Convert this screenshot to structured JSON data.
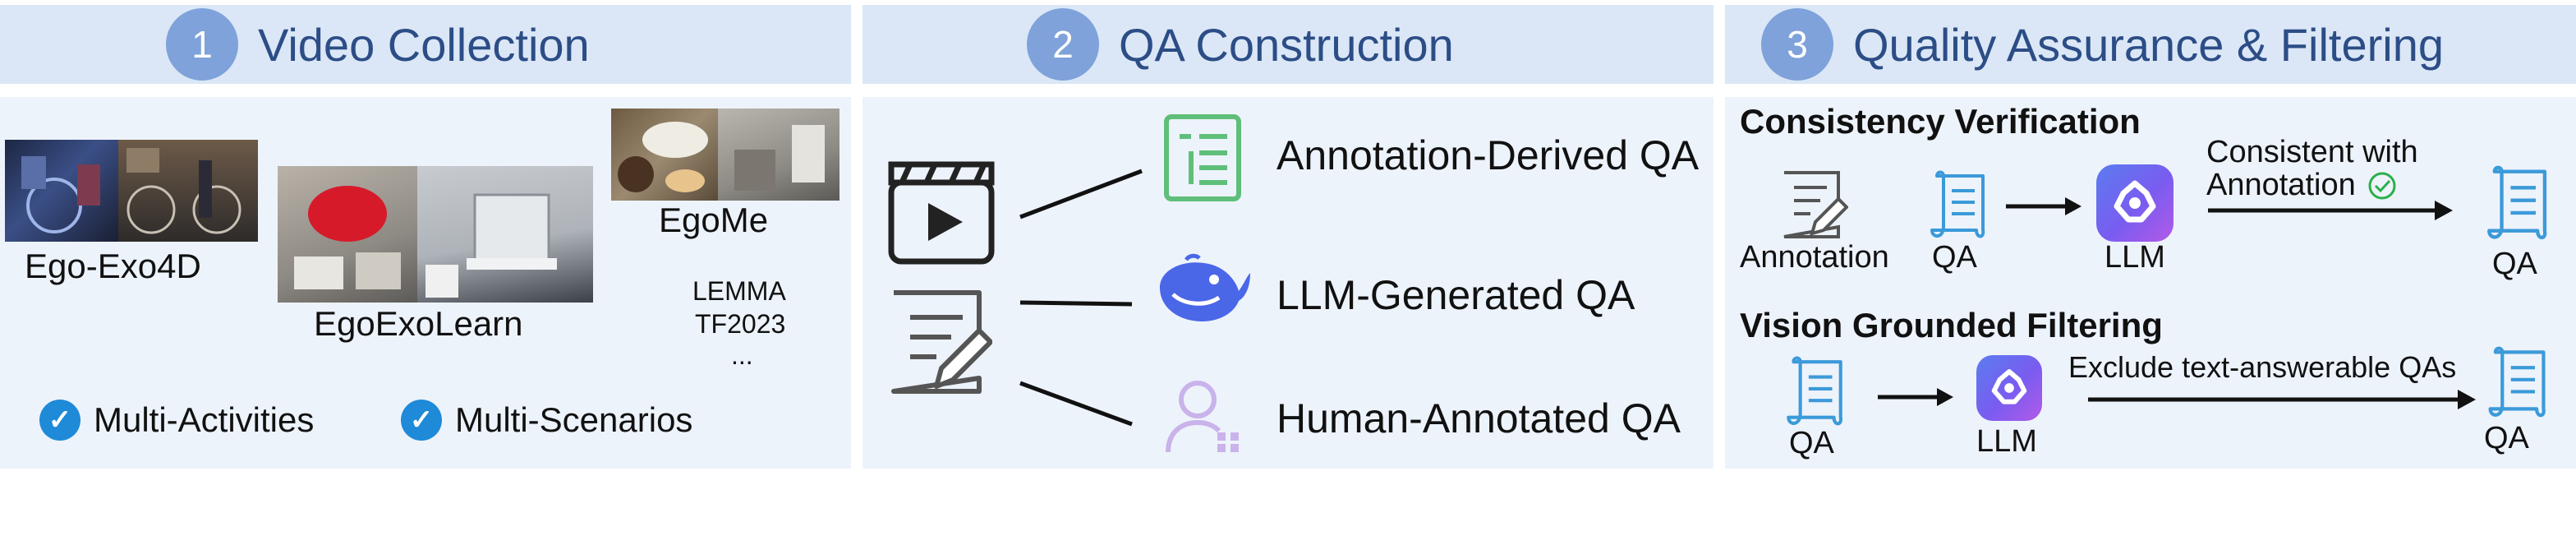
{
  "step1": {
    "number": "1",
    "title": "Video Collection",
    "sources": {
      "ego_exo4d": "Ego-Exo4D",
      "egoexolearn": "EgoExoLearn",
      "egome": "EgoMe",
      "others": [
        "LEMMA",
        "TF2023",
        "..."
      ]
    },
    "features": [
      "Multi-Activities",
      "Multi-Scenarios"
    ]
  },
  "step2": {
    "number": "2",
    "title": "QA Construction",
    "qa_types": [
      "Annotation-Derived QA",
      "LLM-Generated QA",
      "Human-Annotated QA"
    ],
    "icons": [
      "video-icon",
      "annotation-icon",
      "document-icon",
      "whale-logo-icon",
      "human-icon"
    ]
  },
  "step3": {
    "number": "3",
    "title": "Quality Assurance & Filtering",
    "consistency": {
      "title": "Consistency Verification",
      "annotation_label": "Annotation",
      "qa_label": "QA",
      "llm_label": "LLM",
      "arrow_text_line1": "Consistent with",
      "arrow_text_line2": "Annotation",
      "output_label": "QA"
    },
    "vision": {
      "title": "Vision Grounded Filtering",
      "qa_label": "QA",
      "llm_label": "LLM",
      "arrow_text": "Exclude text-answerable QAs",
      "output_label": "QA"
    }
  },
  "colors": {
    "header_bg": "#dbe7f6",
    "panel_bg": "#edf3fb",
    "circle": "#7fa2da",
    "title": "#2c4d86",
    "check": "#1e8ad8",
    "doc_green": "#5fbf7a",
    "scroll_blue": "#3b9ad9",
    "whale_blue": "#4a67e8",
    "human_purple": "#c9b3ea"
  }
}
